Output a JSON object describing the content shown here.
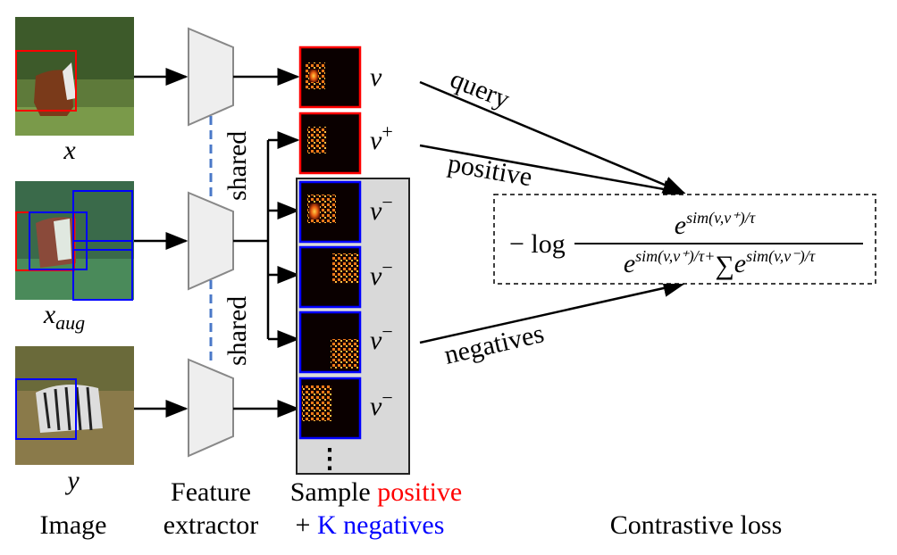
{
  "images": {
    "x_label": "x",
    "xaug_label": "x",
    "xaug_sub": "aug",
    "y_label": "y"
  },
  "features": {
    "v": "v",
    "vplus_sup": "+",
    "vminus_sup": "−",
    "shared_label": "shared",
    "ellipsis": "⋮"
  },
  "arrows": {
    "query": "query",
    "positive": "positive",
    "negatives": "negatives"
  },
  "formula": {
    "neglog": "− log",
    "numerator": "e^{sim(v,v⁺)/τ}",
    "num_e": "e",
    "num_exp": "sim(v,v⁺)/τ",
    "den_e1": "e",
    "den_exp1": "sim(v,v⁺)/τ+",
    "den_sum": "∑",
    "den_e2": "e",
    "den_exp2": "sim(v,v⁻)/τ"
  },
  "captions": {
    "image": "Image",
    "feature1": "Feature",
    "feature2": "extractor",
    "sample1": "Sample",
    "sample_positive": "positive",
    "sample_plus": "+",
    "sample_negatives": "K negatives",
    "loss": "Contrastive loss"
  },
  "colors": {
    "positive": "#ff0000",
    "negative": "#0000ff",
    "shared_line": "#4a78c8",
    "panel": "#d9d9d9",
    "extractor": "#eeeeee"
  }
}
